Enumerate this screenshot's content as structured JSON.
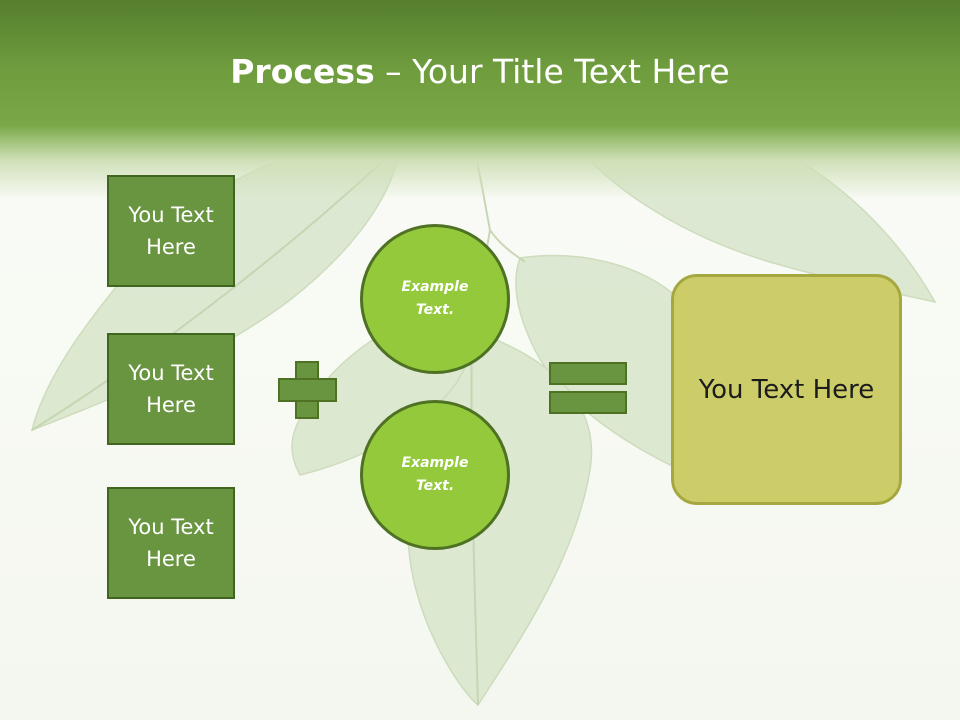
{
  "slide": {
    "title_bold": "Process",
    "title_rest": " – Your Title Text Here",
    "left_boxes": [
      {
        "label": "You Text Here"
      },
      {
        "label": "You Text Here"
      },
      {
        "label": "You Text Here"
      }
    ],
    "circles": [
      {
        "label": "Example Text."
      },
      {
        "label": "Example Text."
      }
    ],
    "result_label": "You Text Here"
  },
  "colors": {
    "header_green": "#6f9d3e",
    "box_green": "#6a9540",
    "circle_green": "#93c93a",
    "result_olive": "#cccd69"
  },
  "icons": [
    "plus-icon",
    "equals-icon",
    "leaves-background"
  ]
}
